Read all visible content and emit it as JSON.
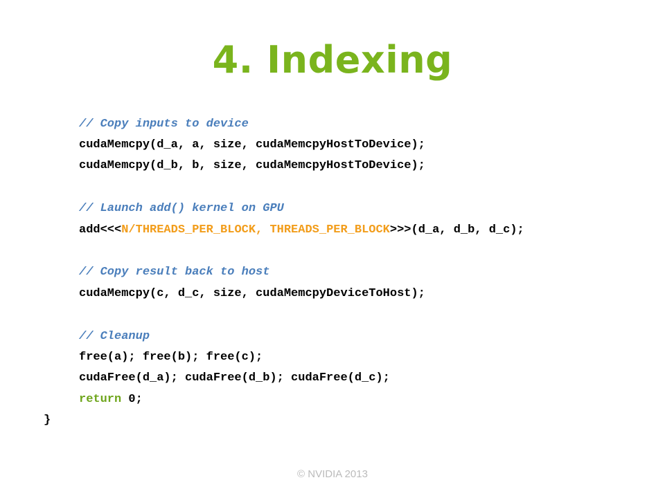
{
  "colors": {
    "title": "#7ab41d",
    "comment": "#4a7ebb",
    "highlight": "#f29d1b",
    "keyword": "#6ea51b",
    "code": "#000000",
    "footer": "#bbbbbb"
  },
  "title": "4. Indexing",
  "code": {
    "comment_copy_inputs": "// Copy inputs to device",
    "memcpy_a": "cudaMemcpy(d_a, a, size, cudaMemcpyHostToDevice);",
    "memcpy_b": "cudaMemcpy(d_b, b, size, cudaMemcpyHostToDevice);",
    "comment_launch": "// Launch add() kernel on GPU",
    "launch_prefix": "add<<<",
    "launch_config": "N/THREADS_PER_BLOCK, THREADS_PER_BLOCK",
    "launch_suffix": ">>>(d_a, d_b, d_c);",
    "comment_copy_result": "// Copy result back to host",
    "memcpy_c": "cudaMemcpy(c, d_c, size, cudaMemcpyDeviceToHost);",
    "comment_cleanup": "// Cleanup",
    "free_host": "free(a); free(b); free(c);",
    "free_device": "cudaFree(d_a); cudaFree(d_b); cudaFree(d_c);",
    "return_keyword": "return",
    "return_value": " 0;",
    "closing_brace": "}"
  },
  "footer": "© NVIDIA 2013"
}
